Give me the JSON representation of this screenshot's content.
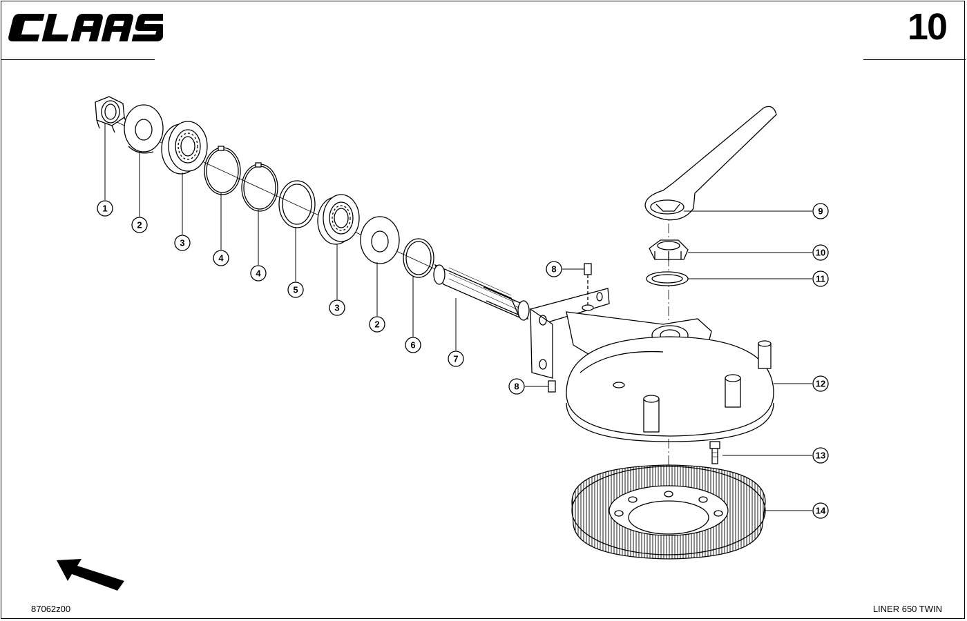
{
  "header": {
    "brand": "CLAAS",
    "page_number": "10"
  },
  "footer": {
    "drawing_number": "87062z00",
    "model": "LINER 650 TWIN"
  },
  "callouts": [
    {
      "id": "c1",
      "label": "1"
    },
    {
      "id": "c2a",
      "label": "2"
    },
    {
      "id": "c3a",
      "label": "3"
    },
    {
      "id": "c4a",
      "label": "4"
    },
    {
      "id": "c4b",
      "label": "4"
    },
    {
      "id": "c5",
      "label": "5"
    },
    {
      "id": "c3b",
      "label": "3"
    },
    {
      "id": "c2b",
      "label": "2"
    },
    {
      "id": "c6",
      "label": "6"
    },
    {
      "id": "c7",
      "label": "7"
    },
    {
      "id": "c8a",
      "label": "8"
    },
    {
      "id": "c8b",
      "label": "8"
    },
    {
      "id": "c9",
      "label": "9"
    },
    {
      "id": "c10",
      "label": "10"
    },
    {
      "id": "c11",
      "label": "11"
    },
    {
      "id": "c12",
      "label": "12"
    },
    {
      "id": "c13",
      "label": "13"
    },
    {
      "id": "c14",
      "label": "14"
    }
  ]
}
